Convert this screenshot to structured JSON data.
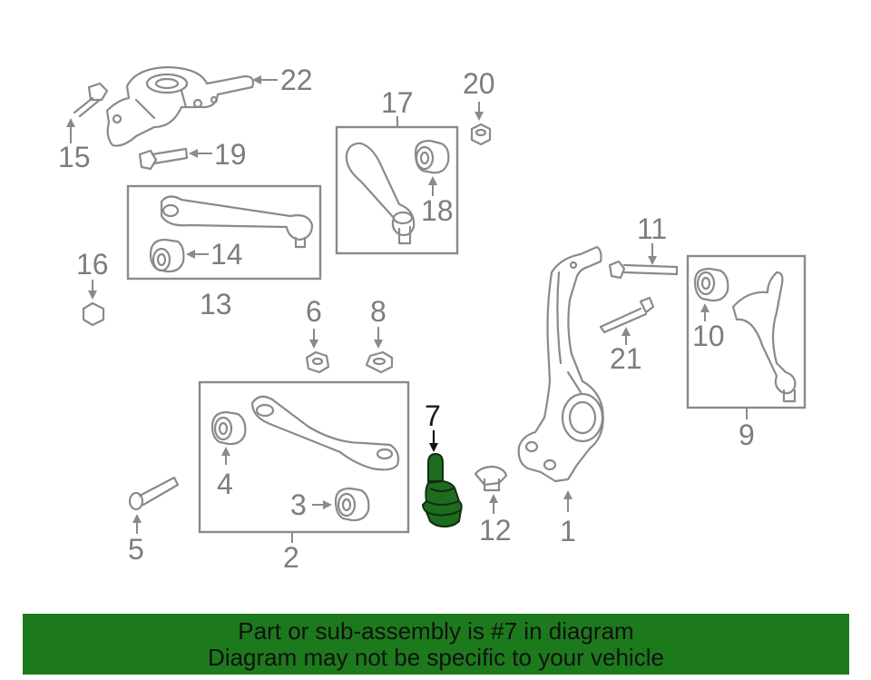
{
  "labels": {
    "n1": "1",
    "n2": "2",
    "n3": "3",
    "n4": "4",
    "n5": "5",
    "n6": "6",
    "n7": "7",
    "n8": "8",
    "n9": "9",
    "n10": "10",
    "n11": "11",
    "n12": "12",
    "n13": "13",
    "n14": "14",
    "n15": "15",
    "n16": "16",
    "n17": "17",
    "n18": "18",
    "n19": "19",
    "n20": "20",
    "n21": "21",
    "n22": "22"
  },
  "highlight": {
    "part": "7",
    "color": "#1f6b1f"
  },
  "footer": {
    "line1": "Part or sub-assembly is #7 in diagram",
    "line2": "Diagram may not be specific to your vehicle",
    "background": "#1c7a1c"
  }
}
